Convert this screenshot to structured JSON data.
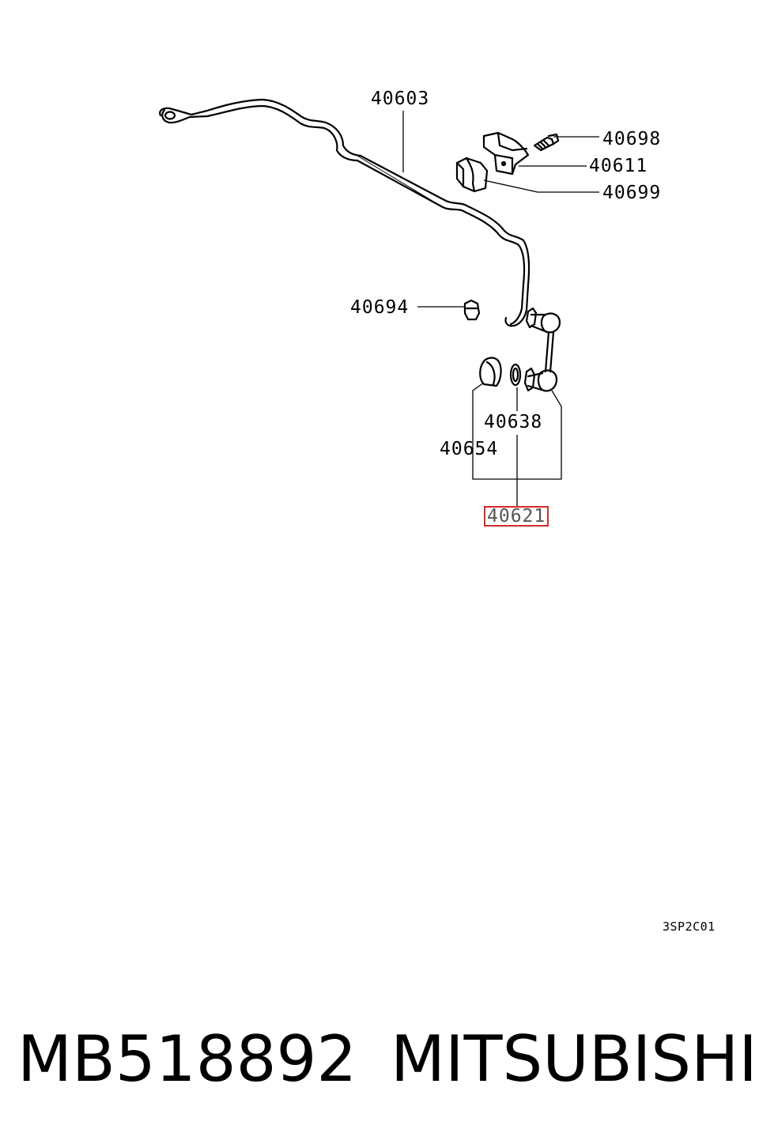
{
  "callouts": {
    "stabilizer_bar": "40603",
    "bolt": "40698",
    "bracket": "40611",
    "bushing": "40699",
    "nut": "40694",
    "link_bushing": "40638",
    "link_cup": "40654",
    "stabilizer_link": "40621"
  },
  "drawing_code": "3SP2C01",
  "footer": {
    "part_number": "MB518892",
    "manufacturer": "MITSUBISHI"
  },
  "colors": {
    "line": "#000000",
    "highlight": "#d62b2b"
  }
}
